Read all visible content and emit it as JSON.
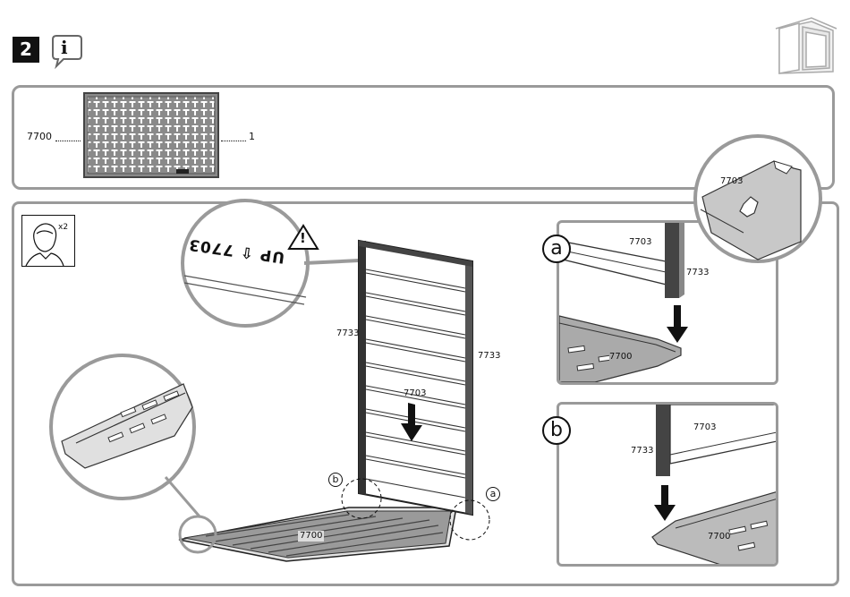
{
  "step": {
    "number": "2"
  },
  "icons": {
    "info": "info-speech-bubble-icon",
    "shed": "shed-thumbnail-icon",
    "person": "person-icon",
    "warning": "warning-triangle-icon"
  },
  "info_glyph": "i",
  "warning_glyph": "!",
  "parts": {
    "code": "7700",
    "quantity": "1"
  },
  "people": {
    "count": "x2"
  },
  "labels": {
    "main_panel_left": "7733",
    "main_panel_right": "7733",
    "main_panel_center": "7703",
    "floor": "7700",
    "callout_a": "a",
    "callout_b": "b",
    "detail_top_profile": "7703",
    "detail_a_top": "7703",
    "detail_a_side": "7733",
    "detail_a_floor": "7700",
    "detail_b_top": "7703",
    "detail_b_side": "7733",
    "detail_b_floor": "7700"
  },
  "panel_marking": "UP ⇧ 7703"
}
